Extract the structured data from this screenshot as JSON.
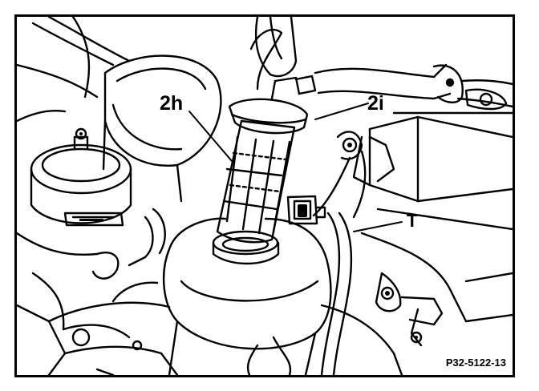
{
  "figure": {
    "labels": {
      "part_2h": "2h",
      "part_2i": "2i",
      "part_T": "T"
    },
    "reference_code": "P32-5122-13",
    "colors": {
      "ink": "#000000",
      "paper": "#ffffff"
    }
  }
}
